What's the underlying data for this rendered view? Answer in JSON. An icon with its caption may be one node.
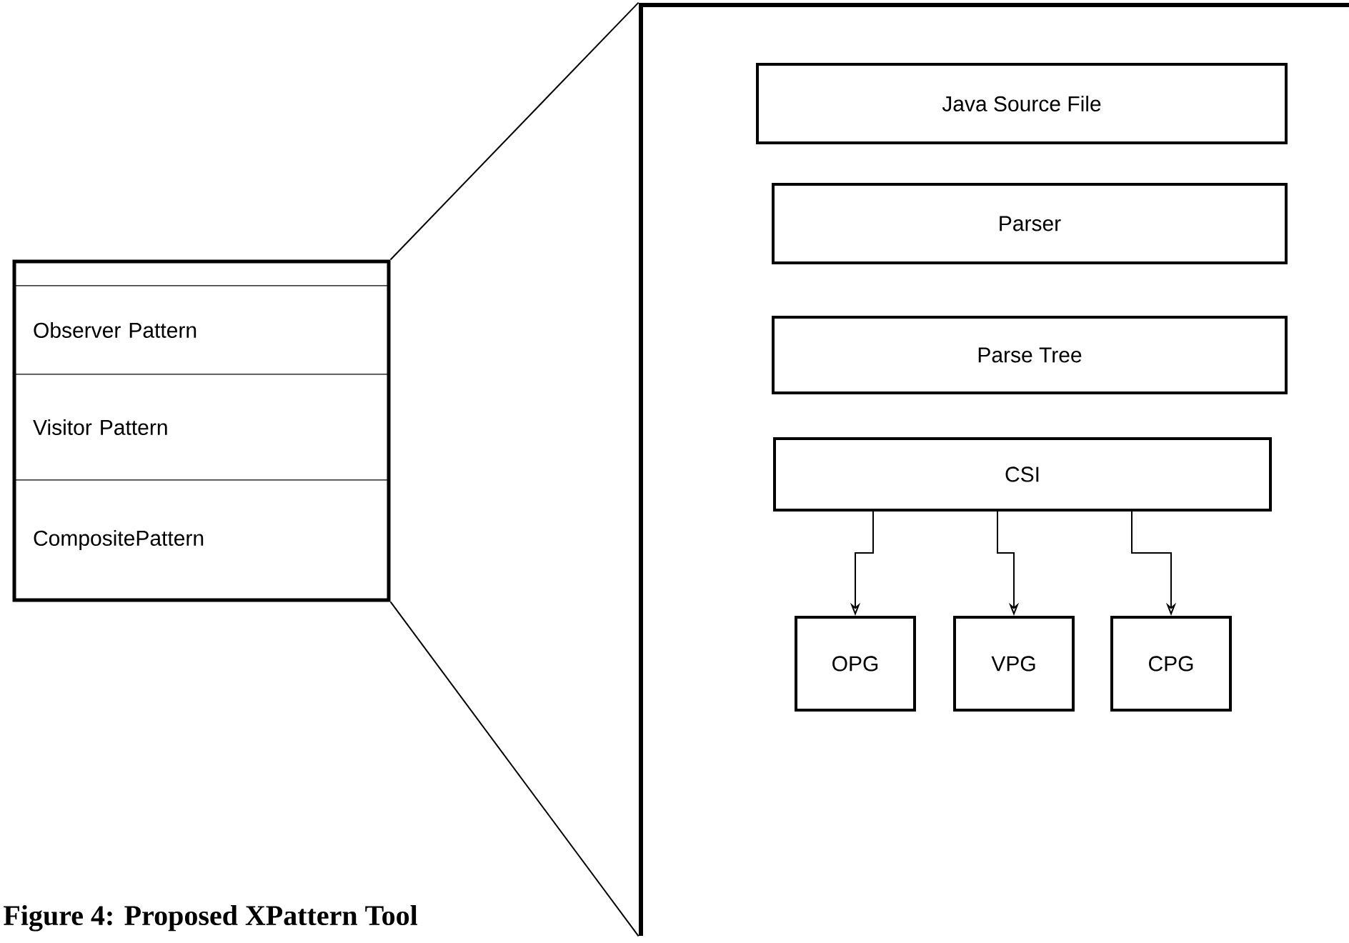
{
  "diagram": {
    "caption": "Figure 4: Proposed XPattern Tool",
    "nodes": [
      {
        "text": [],
        "shape": "box"
      },
      {
        "text": [
          "Observer Pattern"
        ],
        "in": 0
      },
      {
        "text": [
          "Visitor Pattern"
        ],
        "in": 0
      },
      {
        "text": [
          "CompositePattern"
        ],
        "in": 0
      },
      {
        "text": [],
        "shape": "box"
      },
      {
        "text": [
          "Java Source File"
        ],
        "in": 4
      },
      {
        "text": [
          "Parser"
        ],
        "in": 4
      },
      {
        "text": [
          "Parse Tree"
        ],
        "in": 4
      },
      {
        "text": [
          "CSI"
        ],
        "in": 4
      },
      {
        "text": [
          "OPG"
        ],
        "in": 4
      },
      {
        "text": [
          "VPG"
        ],
        "in": 4
      },
      {
        "text": [
          "CPG"
        ],
        "in": 4
      }
    ],
    "edges": [
      {
        "from": 0,
        "to": 4,
        "arrow": "none"
      },
      {
        "from": 0,
        "to": 4,
        "arrow": "none"
      },
      {
        "from": 8,
        "to": 9,
        "arrow": "to"
      },
      {
        "from": 8,
        "to": 10,
        "arrow": "to"
      },
      {
        "from": 8,
        "to": 11,
        "arrow": "to"
      }
    ]
  }
}
